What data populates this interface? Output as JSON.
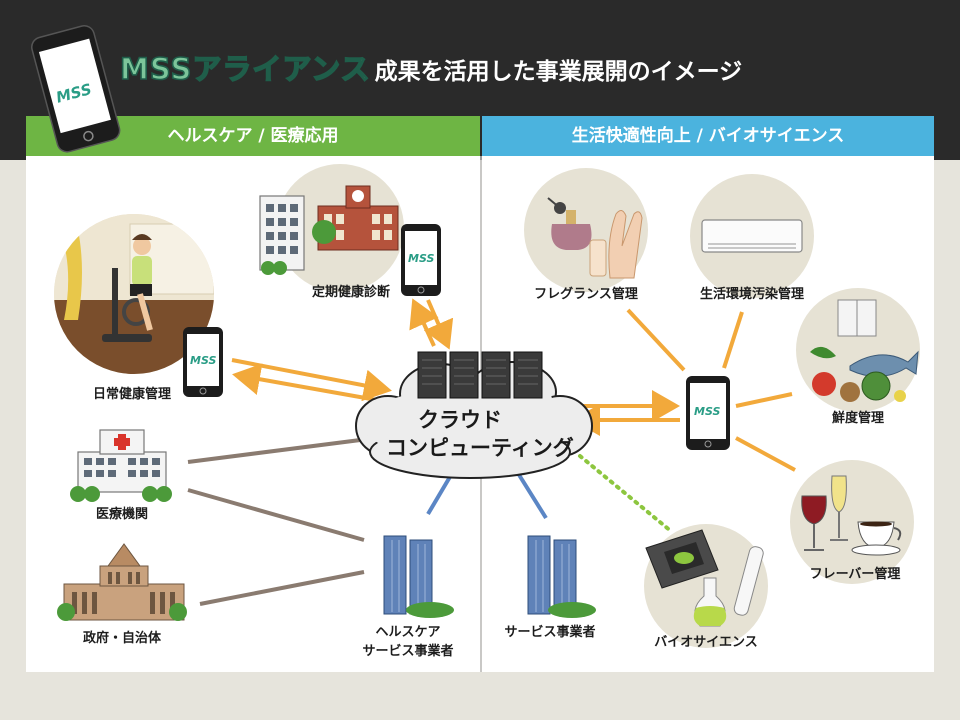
{
  "title": {
    "main": "MSSアライアンス",
    "sub": "成果を活用した事業展開のイメージ"
  },
  "sections": {
    "left": "ヘルスケア / 医療応用",
    "right": "生活快適性向上 / バイオサイエンス"
  },
  "cloud": {
    "line1": "クラウド",
    "line2": "コンピューティング"
  },
  "logo_text": "MSS",
  "left_items": {
    "daily_health": "日常健康管理",
    "checkup": "定期健康診断",
    "medical": "医療機関",
    "government": "政府・自治体",
    "healthcare_line1": "ヘルスケア",
    "healthcare_line2": "サービス事業者"
  },
  "right_items": {
    "fragrance": "フレグランス管理",
    "pollution": "生活環境汚染管理",
    "freshness": "鮮度管理",
    "flavor": "フレーバー管理",
    "bio": "バイオサイエンス",
    "service": "サービス事業者"
  },
  "colors": {
    "left_header": "#6eb544",
    "right_header": "#4bb3de",
    "top_bar": "#2a2a2a",
    "arrow_orange": "#f2a93b",
    "line_brown": "#8a7b70",
    "line_blue": "#5b86c5",
    "dotted_green": "#8dc63f"
  }
}
